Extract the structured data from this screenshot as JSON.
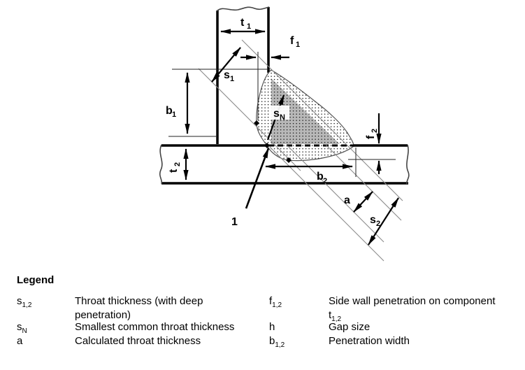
{
  "figure": {
    "labels": {
      "t1": {
        "base": "t",
        "sub": "1"
      },
      "f1": {
        "base": "f",
        "sub": "1"
      },
      "s1": {
        "base": "s",
        "sub": "1"
      },
      "b1": {
        "base": "b",
        "sub": "1"
      },
      "sN": {
        "base": "s",
        "sub": "N"
      },
      "t2": {
        "base": "t",
        "sub": "2"
      },
      "f2": {
        "base": "f",
        "sub": "2"
      },
      "b2": {
        "base": "b",
        "sub": "2"
      },
      "a": {
        "base": "a",
        "sub": ""
      },
      "s2": {
        "base": "s",
        "sub": "2"
      },
      "one": {
        "base": "1",
        "sub": ""
      }
    }
  },
  "legend": {
    "title": "Legend",
    "col1": [
      {
        "sym": "s",
        "sub": "1,2",
        "line1": "Throat thickness (with deep",
        "line2": "penetration)"
      },
      {
        "sym": "s",
        "sub": "N",
        "line1": "Smallest common throat thickness",
        "line2": ""
      },
      {
        "sym": "a",
        "sub": "",
        "line1": "Calculated throat thickness",
        "line2": ""
      }
    ],
    "col2": [
      {
        "sym": "f",
        "sub": "1,2",
        "line1": "Side wall penetration on component",
        "line2_base": "t",
        "line2_sub": "1,2"
      },
      {
        "sym": "h",
        "sub": "",
        "line1": "Gap size",
        "line2_base": "",
        "line2_sub": ""
      },
      {
        "sym": "b",
        "sub": "1,2",
        "line1": "Penetration width",
        "line2_base": "",
        "line2_sub": ""
      }
    ]
  },
  "colors": {
    "ink": "#000000",
    "thin_line": "#8a8a8a",
    "weld_shade": "#b8b8b8",
    "background": "#ffffff"
  }
}
